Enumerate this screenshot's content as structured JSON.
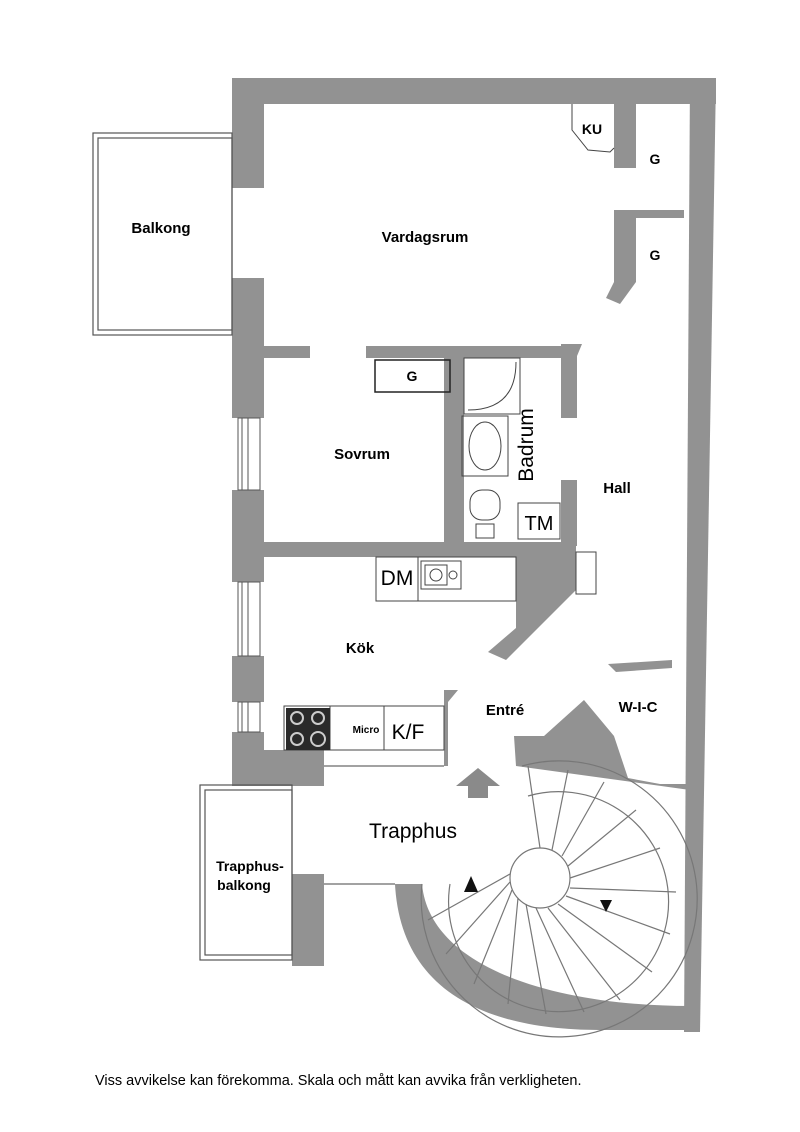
{
  "rooms": {
    "balkong": "Balkong",
    "vardagsrum": "Vardagsrum",
    "ku": "KU",
    "g_top": "G",
    "g_mid": "G",
    "g_bedroom": "G",
    "sovrum": "Sovrum",
    "badrum": "Badrum",
    "tm": "TM",
    "hall": "Hall",
    "dm": "DM",
    "kok": "Kök",
    "micro": "Micro",
    "kf": "K/F",
    "entre": "Entré",
    "wic": "W-I-C",
    "trapphus": "Trapphus",
    "trapphus_balkong_line1": "Trapphus-",
    "trapphus_balkong_line2": "balkong"
  },
  "disclaimer": "Viss avvikelse kan förekomma. Skala och mått kan avvika från verkligheten.",
  "colors": {
    "wall": "#929292",
    "line": "#555555",
    "text": "#000000"
  }
}
